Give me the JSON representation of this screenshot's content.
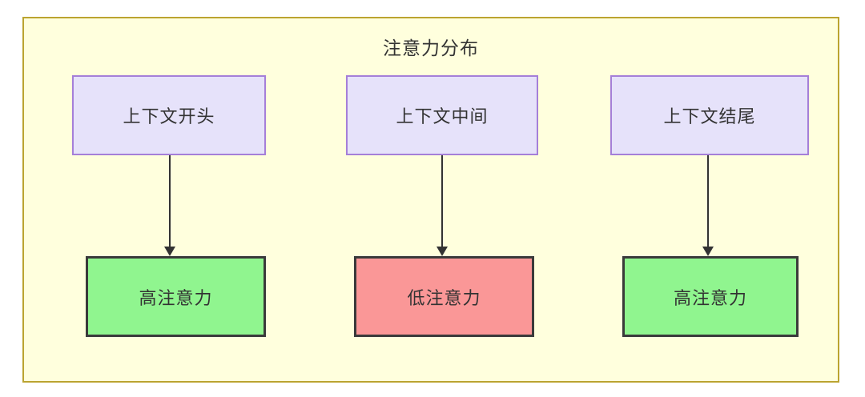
{
  "diagram": {
    "title": "注意力分布",
    "type": "flowchart",
    "container": {
      "fill": "#ffffdd",
      "border": "#bba430"
    },
    "palette": {
      "source_fill": "#e6e2fa",
      "source_border": "#a57fd8",
      "high_fill": "#90f58f",
      "low_fill": "#fa9797",
      "strong_border": "#3a3a3a",
      "text": "#333333",
      "edge": "#333333"
    },
    "nodes": [
      {
        "id": "ctx-start",
        "label": "上下文开头",
        "role": "source",
        "column": 1
      },
      {
        "id": "ctx-middle",
        "label": "上下文中间",
        "role": "source",
        "column": 2
      },
      {
        "id": "ctx-end",
        "label": "上下文结尾",
        "role": "source",
        "column": 3
      },
      {
        "id": "attn-high-start",
        "label": "高注意力",
        "role": "high",
        "column": 1
      },
      {
        "id": "attn-low-middle",
        "label": "低注意力",
        "role": "low",
        "column": 2
      },
      {
        "id": "attn-high-end",
        "label": "高注意力",
        "role": "high",
        "column": 3
      }
    ],
    "edges": [
      {
        "from": "ctx-start",
        "to": "attn-high-start",
        "arrow": "down"
      },
      {
        "from": "ctx-middle",
        "to": "attn-low-middle",
        "arrow": "down"
      },
      {
        "from": "ctx-end",
        "to": "attn-high-end",
        "arrow": "down"
      }
    ]
  }
}
